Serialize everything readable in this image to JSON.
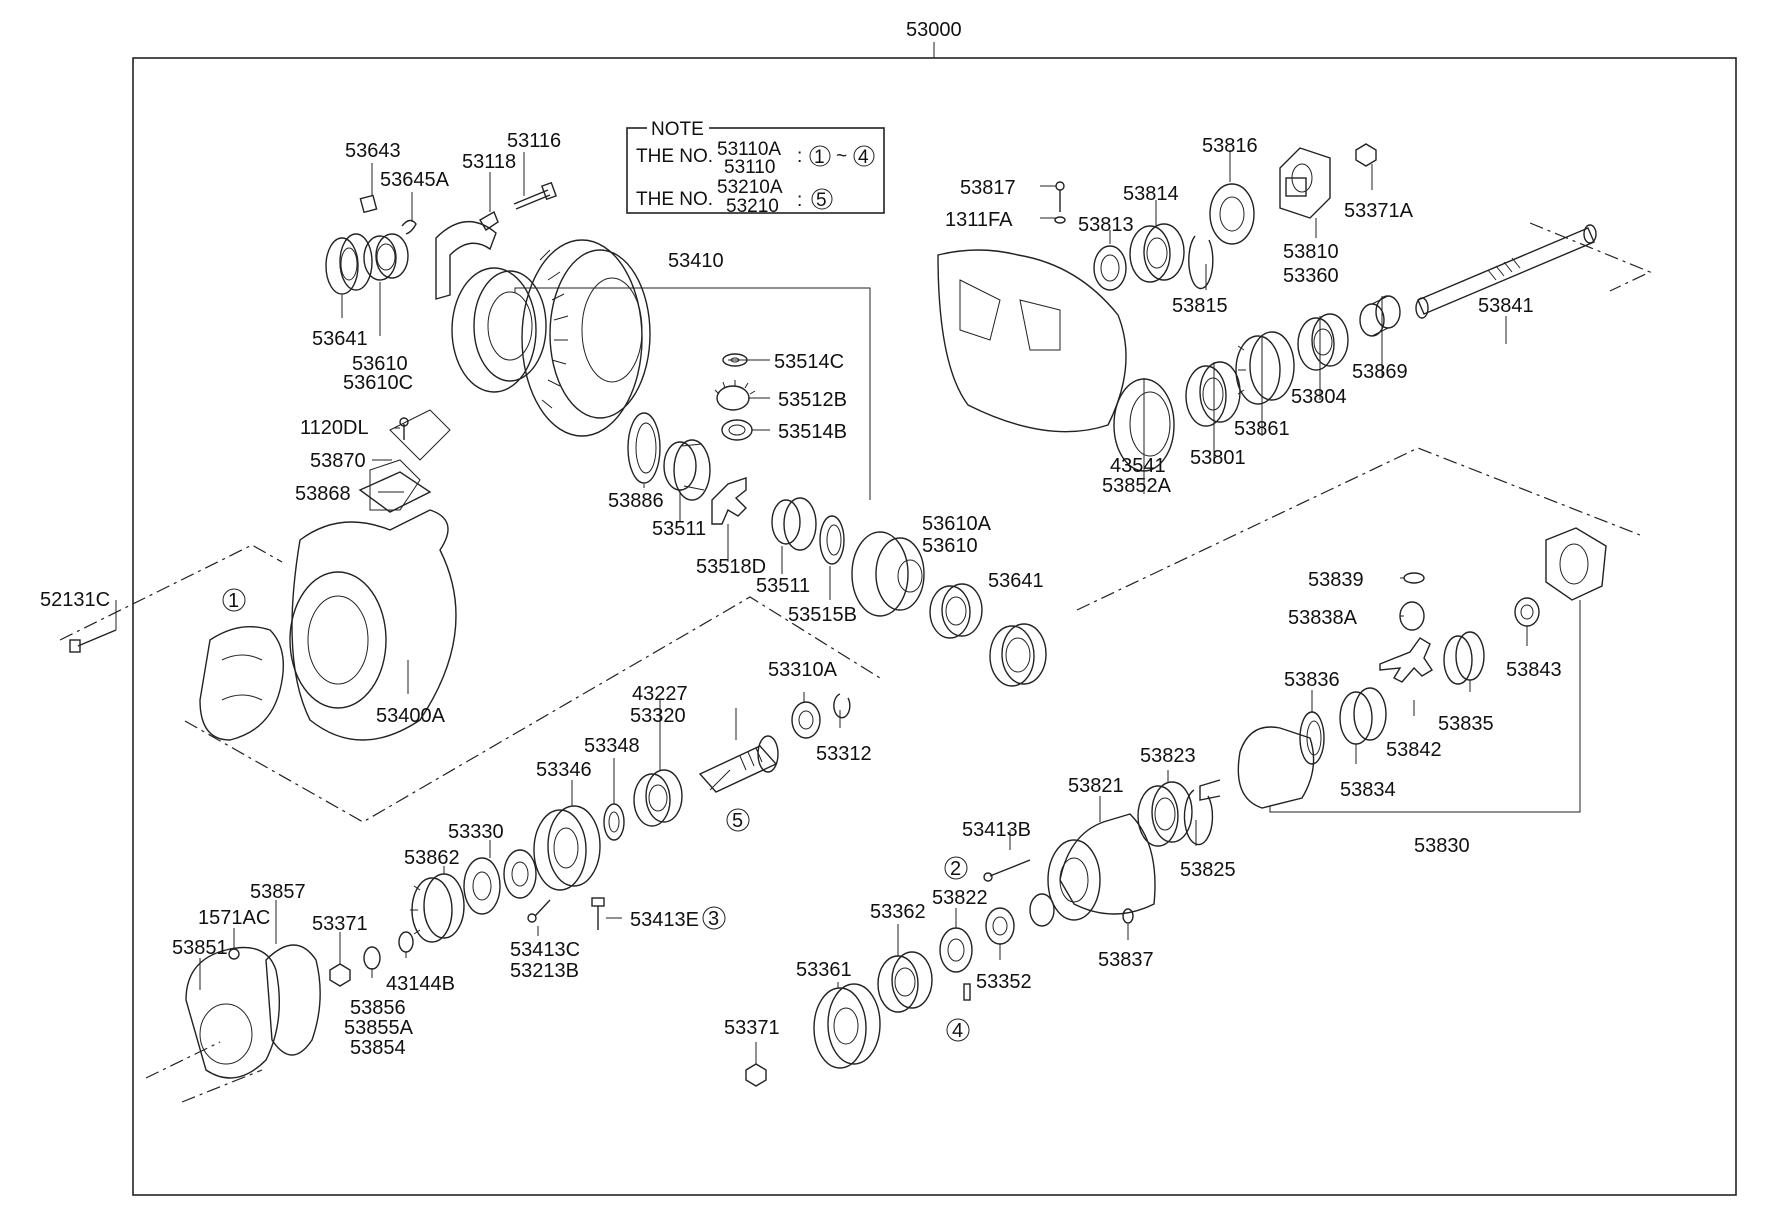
{
  "assembly_number": "53000",
  "note": {
    "heading": "NOTE",
    "line1": {
      "prefix": "THE NO.",
      "numbers_top": "53110A",
      "numbers_bottom": "53110",
      "range_from": "1",
      "tilde": "~",
      "range_to": "4"
    },
    "line2": {
      "prefix": "THE NO.",
      "numbers_top": "53210A",
      "numbers_bottom": "53210",
      "ref": "5"
    }
  },
  "labels": {
    "p53643": "53643",
    "p53645A": "53645A",
    "p53118": "53118",
    "p53116": "53116",
    "p53641a": "53641",
    "p53610a": "53610",
    "p53610C": "53610C",
    "p53410": "53410",
    "p53514C": "53514C",
    "p53512B": "53512B",
    "p53514B": "53514B",
    "p1120DL": "1120DL",
    "p53870": "53870",
    "p53868": "53868",
    "p53886": "53886",
    "p53511a": "53511",
    "p53518D": "53518D",
    "p53511b": "53511",
    "p53515B": "53515B",
    "p53610A": "53610A",
    "p53610b": "53610",
    "p53641b": "53641",
    "p52131C": "52131C",
    "p53400A": "53400A",
    "p53817": "53817",
    "p1311FA": "1311FA",
    "p53813": "53813",
    "p53814": "53814",
    "p53816": "53816",
    "p53815": "53815",
    "p53810": "53810",
    "p53360": "53360",
    "p53371A": "53371A",
    "p53841": "53841",
    "p53869": "53869",
    "p53804": "53804",
    "p53861": "53861",
    "p53801": "53801",
    "p43541": "43541",
    "p53852A": "53852A",
    "p53839": "53839",
    "p53838A": "53838A",
    "p53843": "53843",
    "p53836": "53836",
    "p53835": "53835",
    "p53842": "53842",
    "p53834": "53834",
    "p53830": "53830",
    "p53823": "53823",
    "p53821": "53821",
    "p53825": "53825",
    "p53413B": "53413B",
    "p53822": "53822",
    "p53837": "53837",
    "p53352": "53352",
    "p53362": "53362",
    "p53361": "53361",
    "p53371c": "53371",
    "p53310A": "53310A",
    "p53312": "53312",
    "p43227": "43227",
    "p53320": "53320",
    "p53348": "53348",
    "p53346": "53346",
    "p53330": "53330",
    "p53862": "53862",
    "p53413E": "53413E",
    "p53413C": "53413C",
    "p53213B": "53213B",
    "p53857": "53857",
    "p1571AC": "1571AC",
    "p53851": "53851",
    "p53371b": "53371",
    "p43144B": "43144B",
    "p53856": "53856",
    "p53855A": "53855A",
    "p53854": "53854"
  },
  "callouts": {
    "c1": "1",
    "c2": "2",
    "c3": "3",
    "c4": "4",
    "c5": "5"
  }
}
